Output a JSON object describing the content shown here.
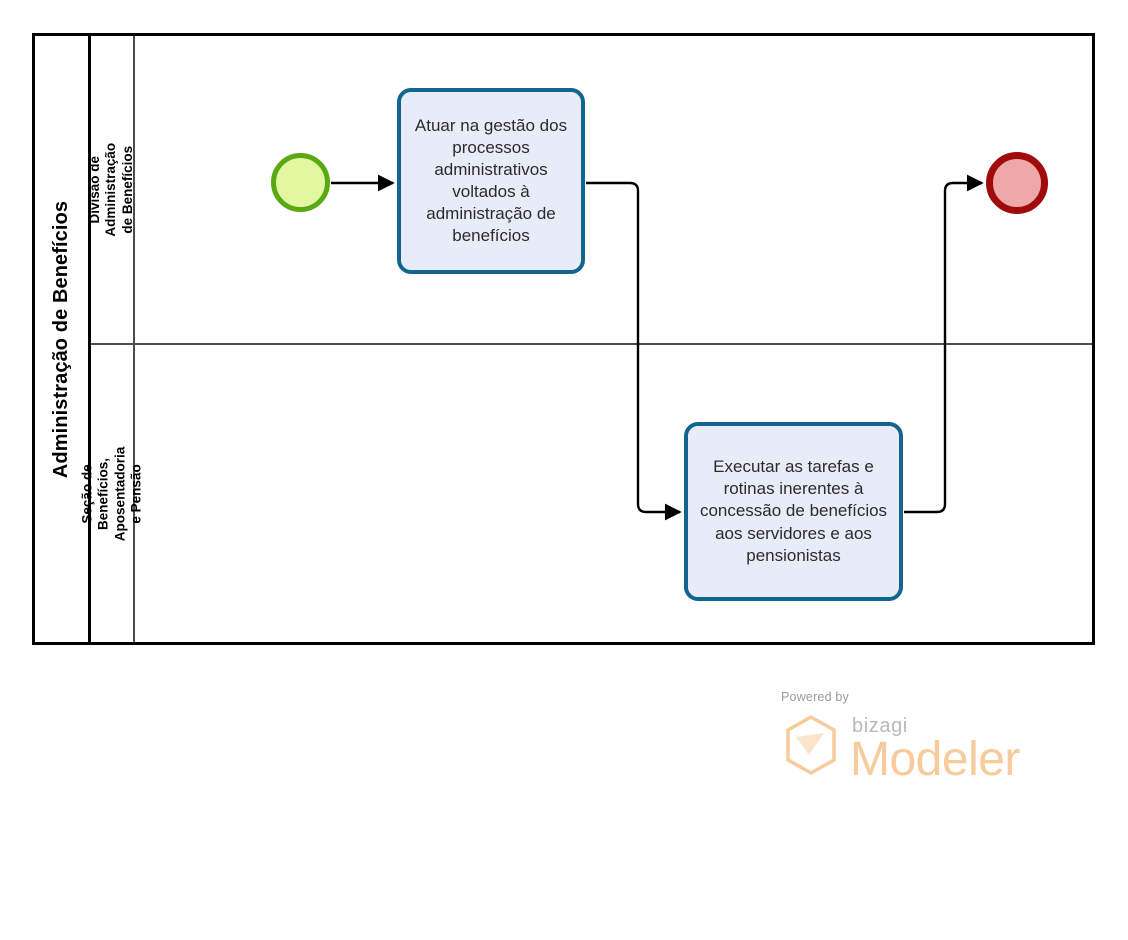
{
  "diagram": {
    "type": "bpmn-process",
    "pool": {
      "name": "Administração de Benefícios"
    },
    "lanes": [
      {
        "id": "lane-1",
        "name": "Divisão de Administração de Benefícios"
      },
      {
        "id": "lane-2",
        "name": "Seção de Benefícios, Aposentadoria e Pensão"
      }
    ],
    "events": [
      {
        "id": "start-event",
        "kind": "start",
        "label": "",
        "fill": "#e2f7a0",
        "stroke": "#5aa814"
      },
      {
        "id": "end-event",
        "kind": "end",
        "label": "",
        "fill": "#efa8a8",
        "stroke": "#a00c0c"
      }
    ],
    "tasks": [
      {
        "id": "task-1",
        "lane": "lane-1",
        "label": "Atuar na gestão dos processos administrativos voltados à administração de benefícios",
        "fill": "#e8ecf9",
        "stroke": "#13658f"
      },
      {
        "id": "task-2",
        "lane": "lane-2",
        "label": "Executar as tarefas e rotinas inerentes à concessão de benefícios aos servidores e aos pensionistas",
        "fill": "#e8ecf9",
        "stroke": "#13658f"
      }
    ],
    "flows": [
      {
        "id": "flow-start-to-task1",
        "from": "start-event",
        "to": "task-1",
        "label": ""
      },
      {
        "id": "flow-task1-to-task2",
        "from": "task-1",
        "to": "task-2",
        "label": ""
      },
      {
        "id": "flow-task2-to-end",
        "from": "task-2",
        "to": "end-event",
        "label": ""
      }
    ]
  },
  "watermark": {
    "powered_by": "Powered by",
    "brand": "bizagi",
    "product": "Modeler",
    "color": "#f7cb9b"
  }
}
